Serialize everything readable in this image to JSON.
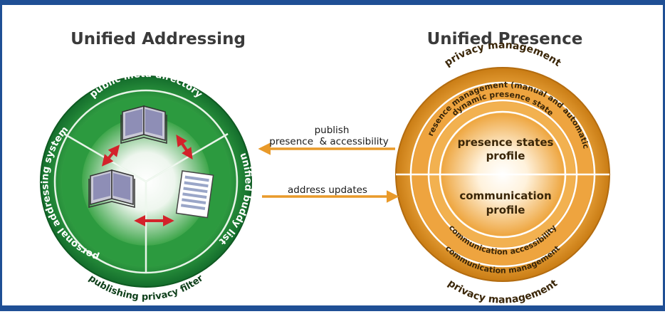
{
  "left": {
    "title": "Unified Addressing",
    "outer_bottom": "publishing privacy filter",
    "seg_top": "public meta directory",
    "seg_left": "personal addressing system",
    "seg_right": "unified buddy list"
  },
  "right": {
    "title": "Unified Presence",
    "outer_top": "privacy management",
    "outer_bottom": "privacy management",
    "ring2_top": "presence management (manual and automatic)",
    "ring3_top": "dynamic presence state",
    "center_top_line1": "presence states",
    "center_top_line2": "profile",
    "center_bottom_line1": "communication",
    "center_bottom_line2": "profile",
    "ring3_bottom": "communication accessibility",
    "ring2_bottom": "communication management"
  },
  "arrows": {
    "publish_line1": "publish",
    "publish_line2": "presence  & accessibility",
    "address": "address updates"
  },
  "colors": {
    "border_blue": "#1f4f95",
    "green_dark": "#1f8a3a",
    "green_light": "#3fb24f",
    "orange_dark": "#d88a1c",
    "orange_light": "#f0b24a",
    "arrow_orange": "#e99a2a",
    "red_arrow": "#d3222a"
  }
}
